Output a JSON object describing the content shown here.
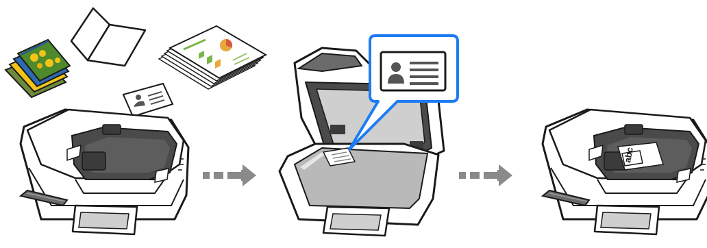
{
  "diagram": {
    "title": "",
    "steps": [
      {
        "name": "originals-to-adf",
        "description": ""
      },
      {
        "name": "card-on-glass",
        "description": ""
      },
      {
        "name": "card-in-adf-scan",
        "description": ""
      }
    ],
    "result_card_text": "abc",
    "colors": {
      "outline": "#1a1a1a",
      "scanner_body": "#ffffff",
      "tray_dark": "#4a4a4a",
      "tray_mid": "#6b6b6b",
      "glass": "#b9b9b9",
      "screen": "#cfcfcf",
      "arrow": "#8a8a8a",
      "callout_border": "#1c7cf4",
      "card_icon": "#555555",
      "photo_green": "#4e8a2c",
      "photo_yellow": "#f2c418",
      "photo_blue": "#2d6ab3"
    }
  }
}
